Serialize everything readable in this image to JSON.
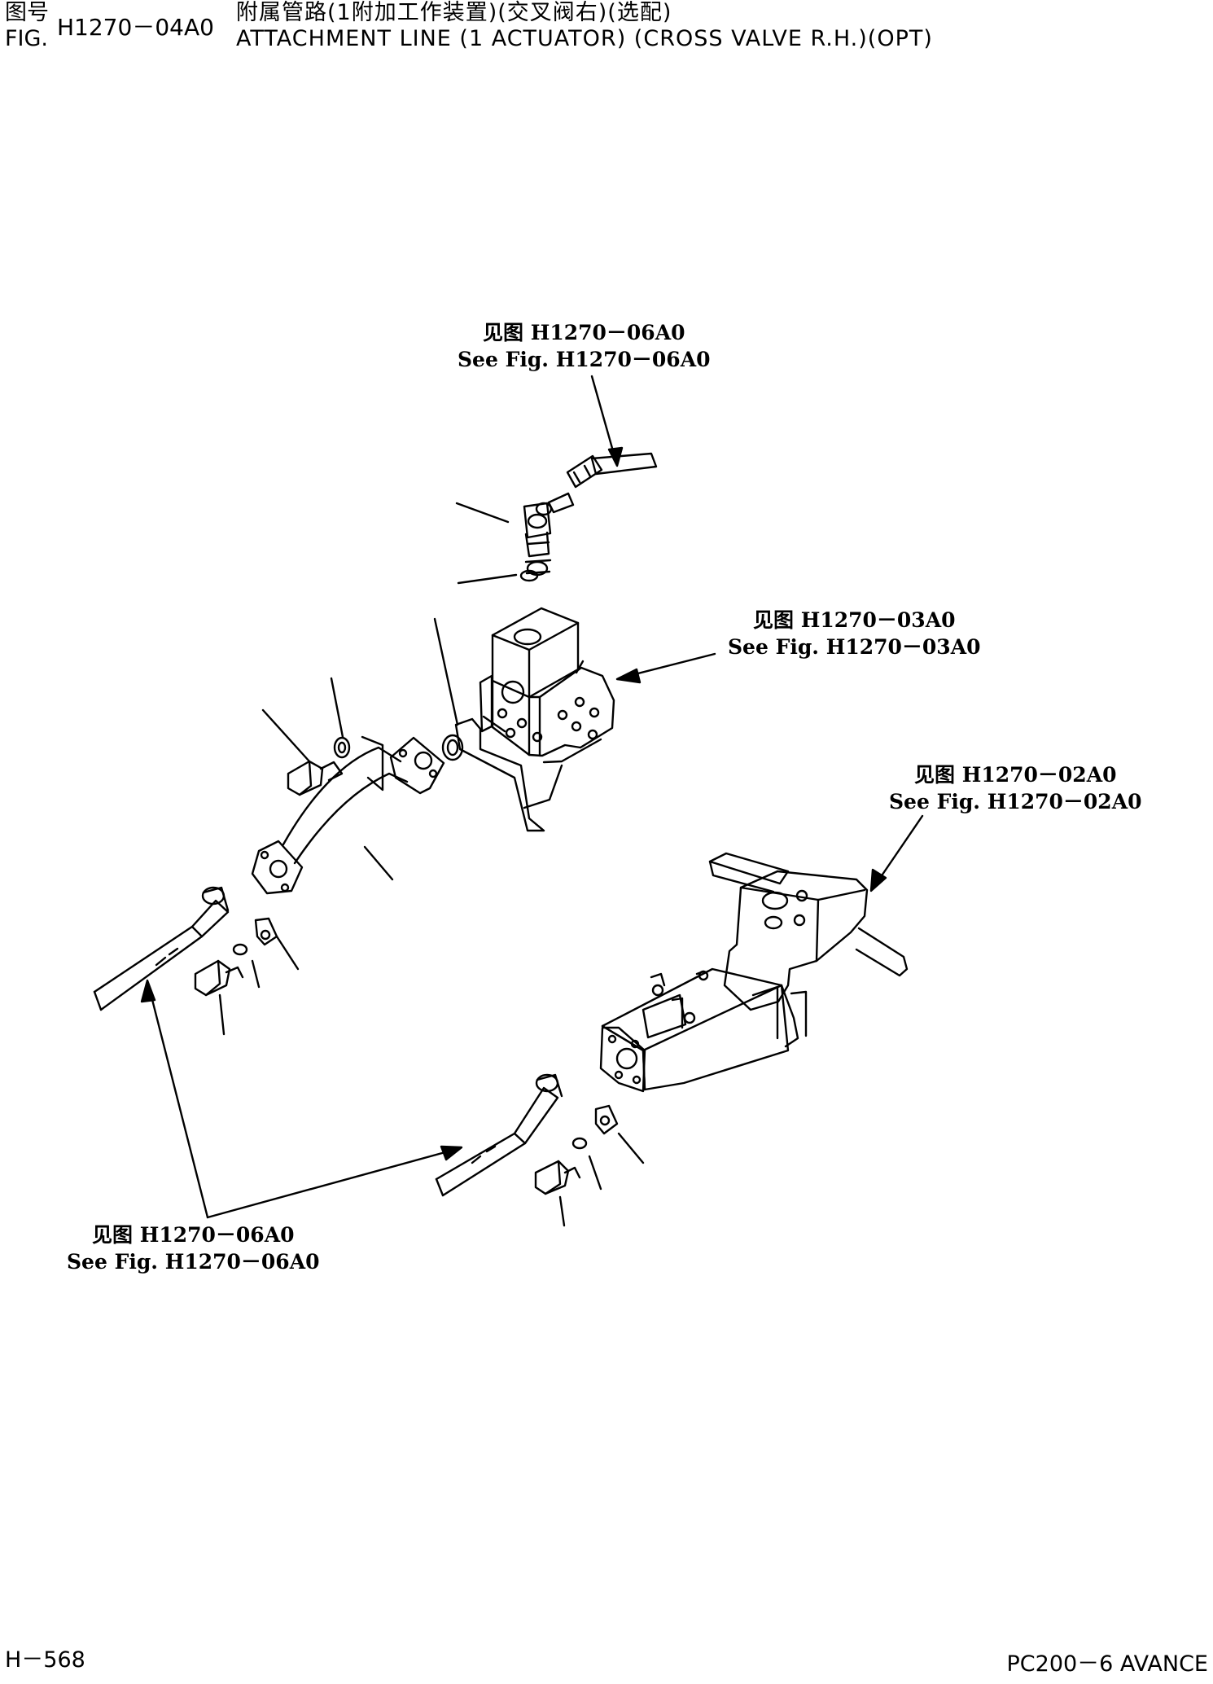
{
  "header": {
    "fig_label_zh": "图号",
    "fig_label_en": "FIG.",
    "fig_number": "H1270－04A0",
    "title_zh": "附属管路(1附加工作装置)(交叉阀右)(选配)",
    "title_en": "ATTACHMENT LINE (1 ACTUATOR) (CROSS VALVE R.H.)(OPT)"
  },
  "references": [
    {
      "zh": "见图 H1270－06A0",
      "en": "See Fig. H1270－06A0"
    },
    {
      "zh": "见图 H1270－03A0",
      "en": "See Fig. H1270－03A0"
    },
    {
      "zh": "见图 H1270－02A0",
      "en": "See Fig. H1270－02A0"
    },
    {
      "zh": "见图 H1270－06A0",
      "en": "See Fig. H1270－06A0"
    }
  ],
  "footer": {
    "page": "H－568",
    "model": "PC200－6 AVANCE"
  }
}
